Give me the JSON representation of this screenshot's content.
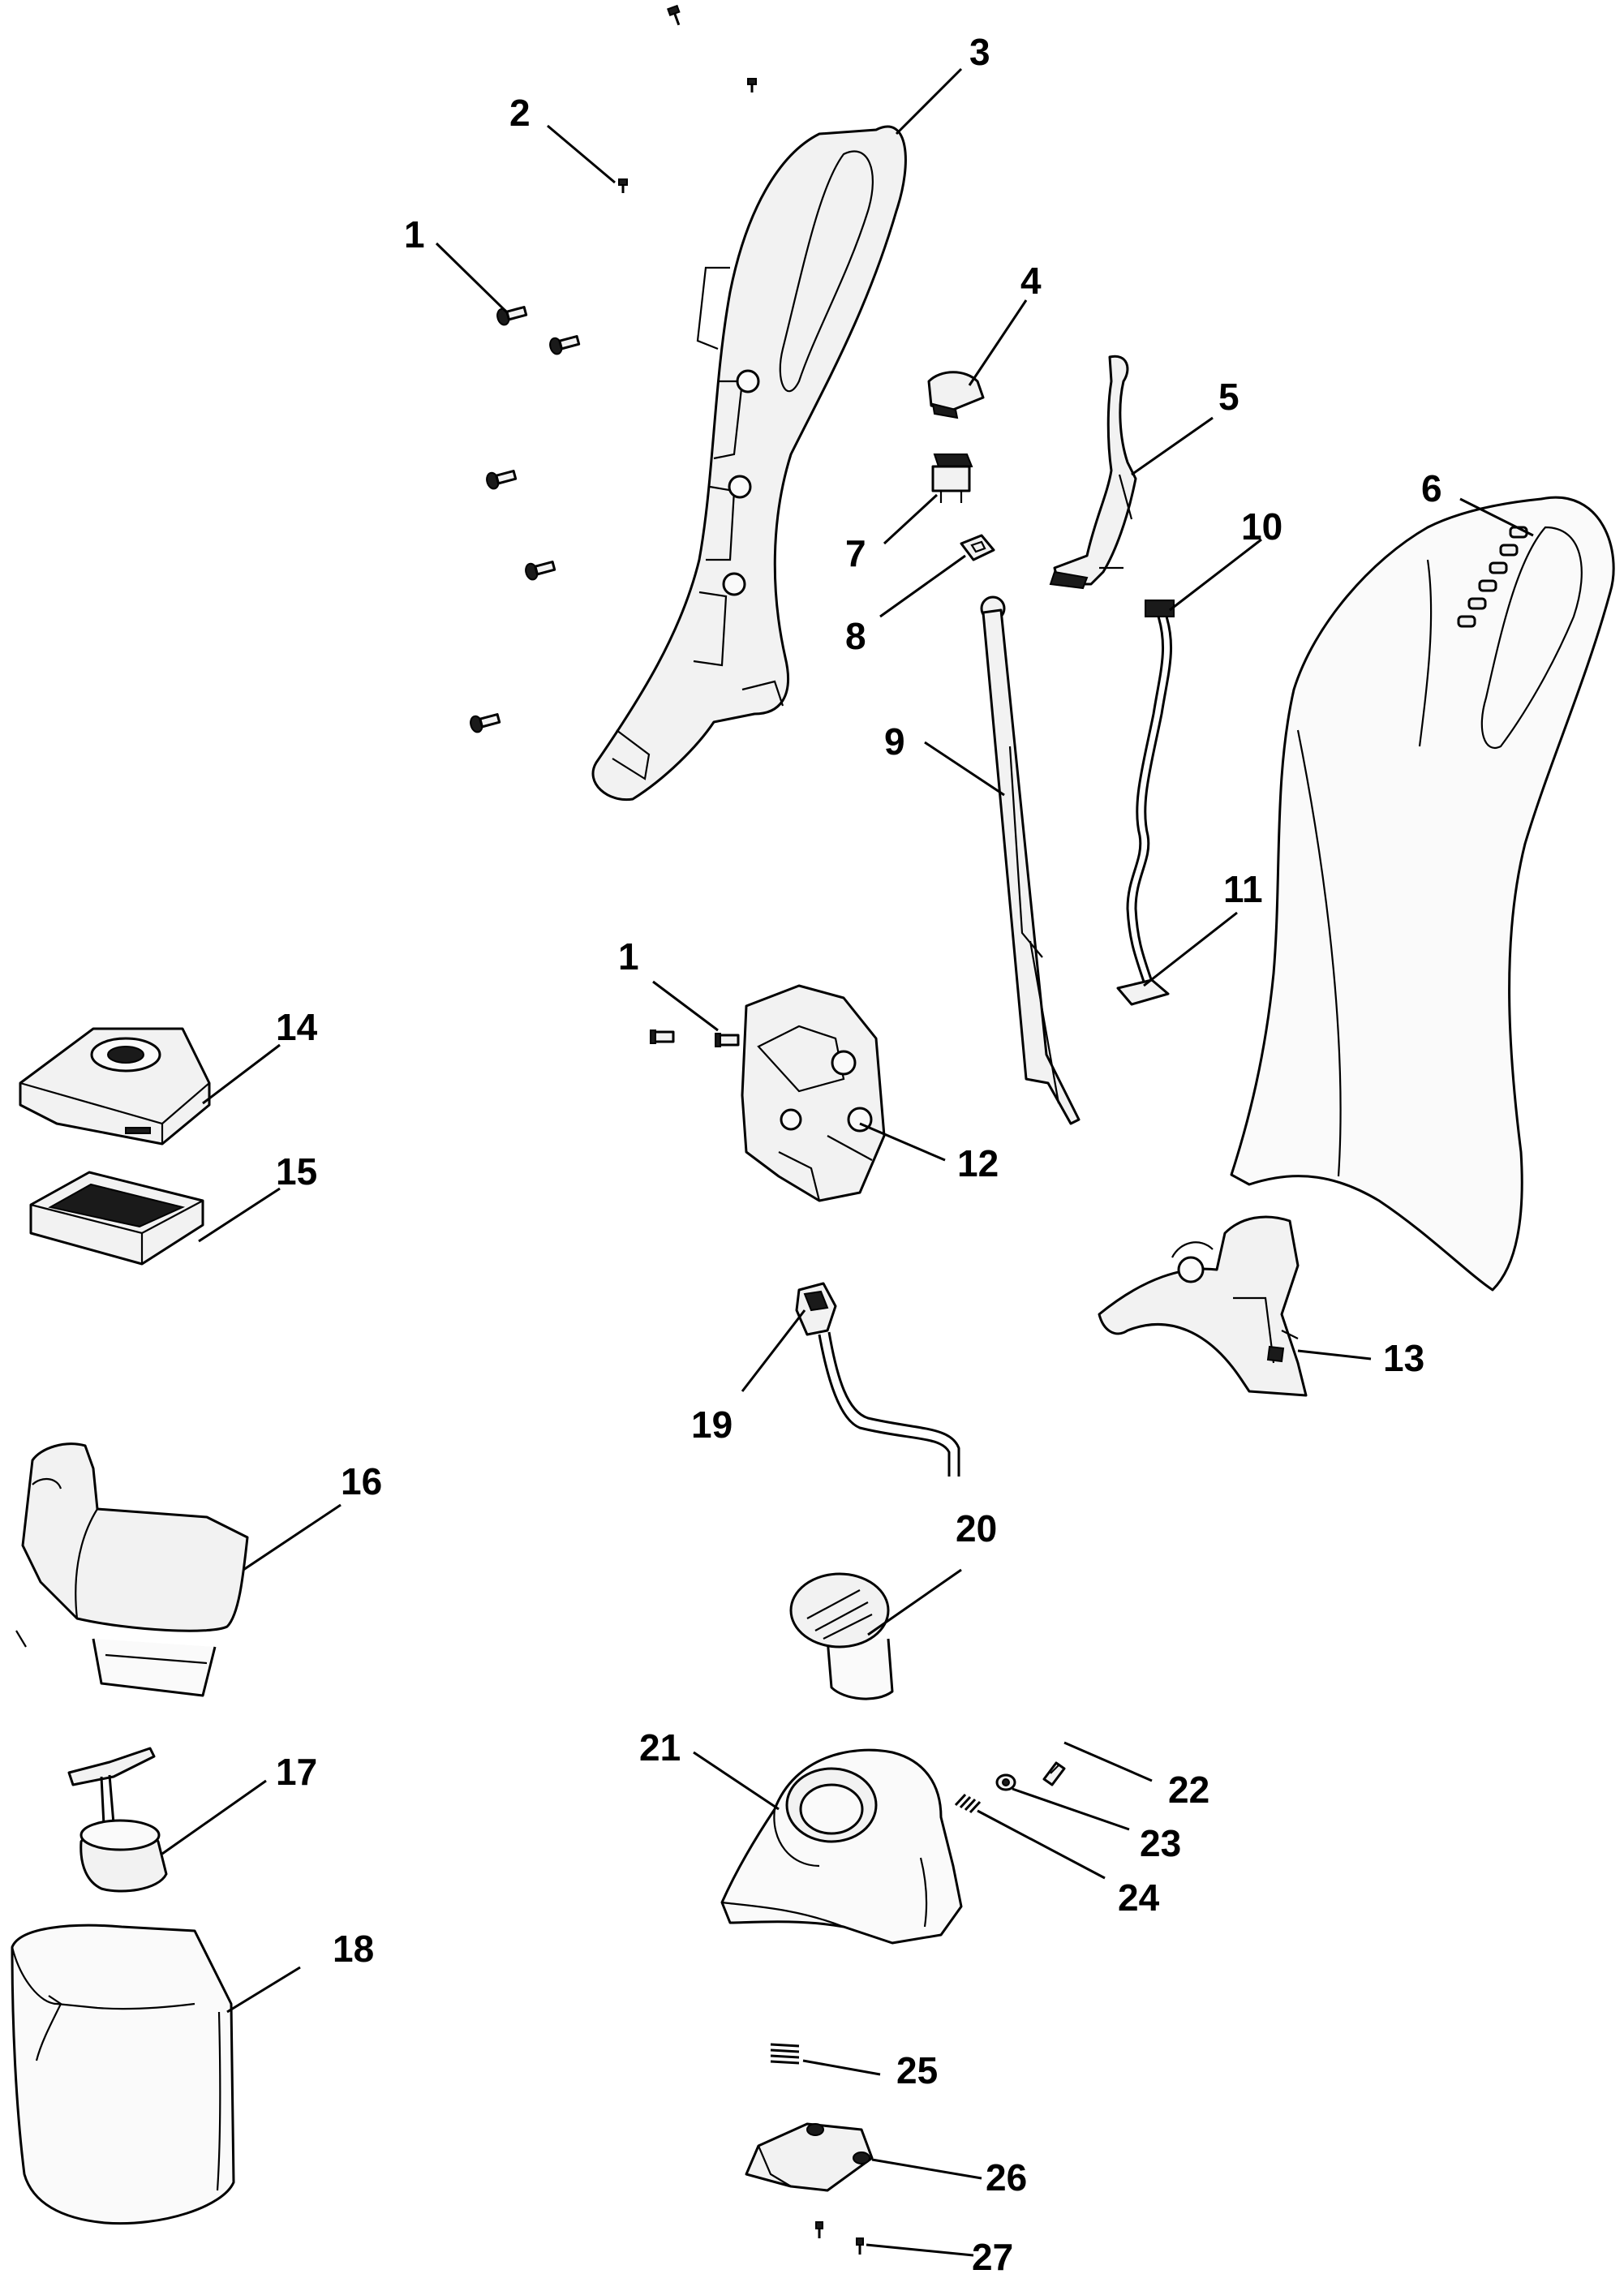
{
  "callouts": [
    {
      "id": "c1a",
      "text": "1"
    },
    {
      "id": "c1b",
      "text": "1"
    },
    {
      "id": "c2",
      "text": "2"
    },
    {
      "id": "c3",
      "text": "3"
    },
    {
      "id": "c4",
      "text": "4"
    },
    {
      "id": "c5",
      "text": "5"
    },
    {
      "id": "c6",
      "text": "6"
    },
    {
      "id": "c7",
      "text": "7"
    },
    {
      "id": "c8",
      "text": "8"
    },
    {
      "id": "c9",
      "text": "9"
    },
    {
      "id": "c10",
      "text": "10"
    },
    {
      "id": "c11",
      "text": "11"
    },
    {
      "id": "c12",
      "text": "12"
    },
    {
      "id": "c13",
      "text": "13"
    },
    {
      "id": "c14",
      "text": "14"
    },
    {
      "id": "c15",
      "text": "15"
    },
    {
      "id": "c16",
      "text": "16"
    },
    {
      "id": "c17",
      "text": "17"
    },
    {
      "id": "c18",
      "text": "18"
    },
    {
      "id": "c19",
      "text": "19"
    },
    {
      "id": "c20",
      "text": "20"
    },
    {
      "id": "c21",
      "text": "21"
    },
    {
      "id": "c22",
      "text": "22"
    },
    {
      "id": "c23",
      "text": "23"
    },
    {
      "id": "c24",
      "text": "24"
    },
    {
      "id": "c25",
      "text": "25"
    },
    {
      "id": "c26",
      "text": "26"
    },
    {
      "id": "c27",
      "text": "27"
    }
  ]
}
